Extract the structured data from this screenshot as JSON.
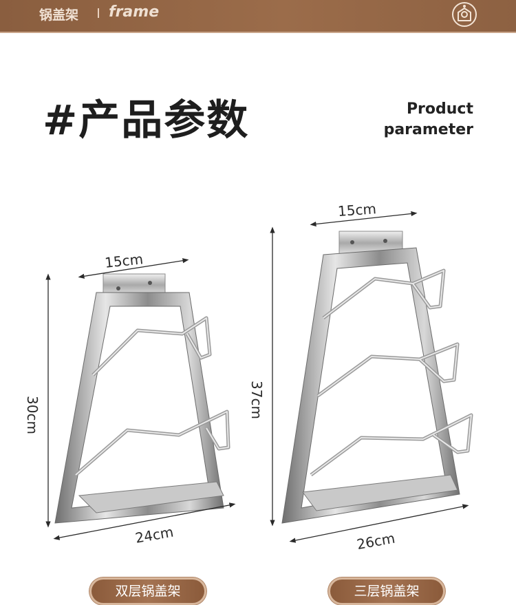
{
  "header": {
    "brand_name": "锅盖架",
    "brand_en": "frame"
  },
  "title": {
    "main": "#产品参数",
    "en_line1": "Product",
    "en_line2": "parameter"
  },
  "products": [
    {
      "label": "双层锅盖架",
      "top_width": "15cm",
      "height": "30cm",
      "bottom_width": "24cm"
    },
    {
      "label": "三层锅盖架",
      "top_width": "15cm",
      "height": "37cm",
      "bottom_width": "26cm"
    }
  ],
  "colors": {
    "header_bg": "#8a5e3f",
    "pill_bg": "#9b6c4a",
    "title_text": "#1e1e1e"
  }
}
